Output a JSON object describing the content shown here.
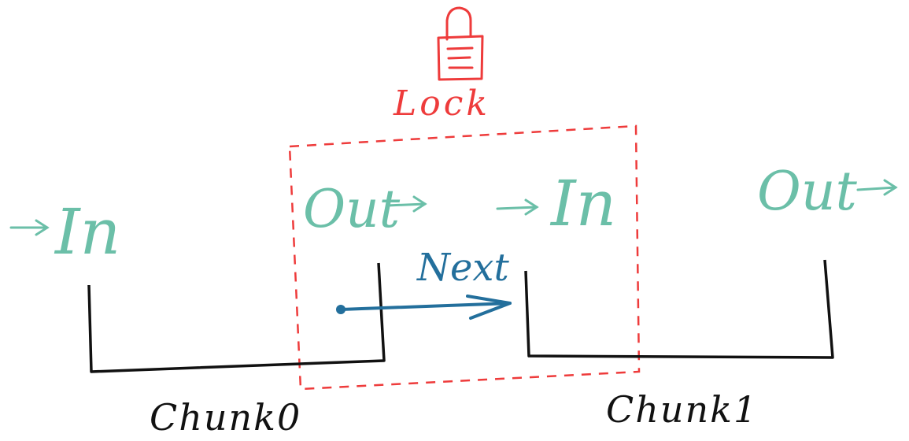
{
  "lock": {
    "label": "Lock",
    "icon": "lock-icon",
    "color": "#ee3b3b"
  },
  "chunk0": {
    "in_label": "In",
    "out_label": "Out",
    "caption": "Chunk0"
  },
  "chunk1": {
    "in_label": "In",
    "out_label": "Out",
    "caption": "Chunk1"
  },
  "next": {
    "label": "Next",
    "color": "#236f9c"
  },
  "colors": {
    "port": "#6bbfa8",
    "bucket": "#111111"
  }
}
